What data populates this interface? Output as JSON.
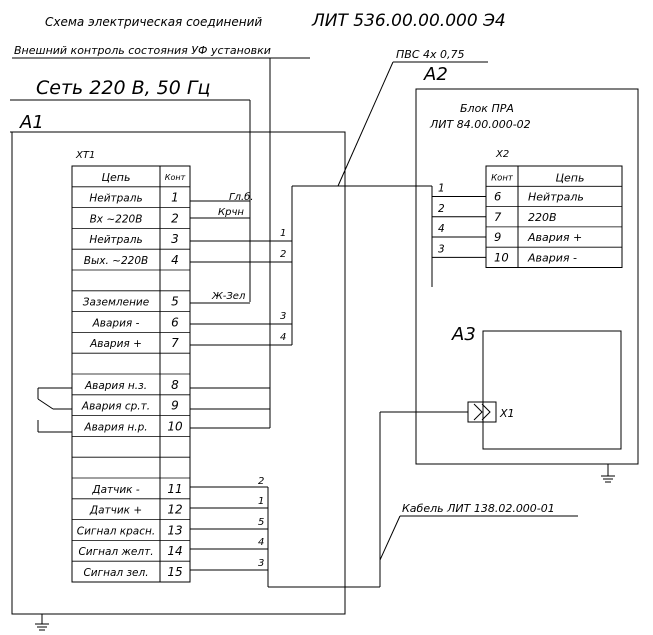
{
  "header": {
    "title": "Схема электрическая соединений",
    "doc_code": "ЛИТ 536.00.00.000 Э4"
  },
  "external_label": "Внешний контроль состояния УФ установки",
  "power_label": "Сеть 220 В, 50 Гц",
  "a1": {
    "label": "А1"
  },
  "xt1": {
    "name": "XT1",
    "header": {
      "circuit": "Цепь",
      "contact": "Конт"
    },
    "rows": [
      {
        "circuit": "Нейтраль",
        "contact": "1"
      },
      {
        "circuit": "Вх ~220В",
        "contact": "2"
      },
      {
        "circuit": "Нейтраль",
        "contact": "3"
      },
      {
        "circuit": "Вых. ~220В",
        "contact": "4"
      },
      {
        "circuit": "",
        "contact": ""
      },
      {
        "circuit": "Заземление",
        "contact": "5"
      },
      {
        "circuit": "Авария -",
        "contact": "6"
      },
      {
        "circuit": "Авария +",
        "contact": "7"
      },
      {
        "circuit": "",
        "contact": ""
      },
      {
        "circuit": "Авария н.з.",
        "contact": "8"
      },
      {
        "circuit": "Авария ср.т.",
        "contact": "9"
      },
      {
        "circuit": "Авария н.р.",
        "contact": "10"
      },
      {
        "circuit": "",
        "contact": ""
      },
      {
        "circuit": "",
        "contact": ""
      },
      {
        "circuit": "Датчик -",
        "contact": "11"
      },
      {
        "circuit": "Датчик +",
        "contact": "12"
      },
      {
        "circuit": "Сигнал красн.",
        "contact": "13"
      },
      {
        "circuit": "Сигнал желт.",
        "contact": "14"
      },
      {
        "circuit": "Сигнал зел.",
        "contact": "15"
      }
    ]
  },
  "wire_labels": {
    "blue": "Гл.б.",
    "brown": "Крчн",
    "green_yellow": "Ж-Зел",
    "pvs1": "1",
    "pvs2": "2",
    "pvs3": "3",
    "pvs4": "4",
    "cab_a": "2",
    "cab_b": "1",
    "cab_c": "5",
    "cab_d": "4",
    "cab_e": "3"
  },
  "pvs_label": "ПВС 4х 0,75",
  "cable_label": "Кабель ЛИТ 138.02.000-01",
  "a2": {
    "label": "А2",
    "block_title": "Блок ПРА",
    "block_code": "ЛИТ 84.00.000-02"
  },
  "x2": {
    "name": "X2",
    "header": {
      "contact": "Конт",
      "circuit": "Цепь"
    },
    "rows": [
      {
        "contact": "6",
        "circuit": "Нейтраль",
        "wire": "1"
      },
      {
        "contact": "7",
        "circuit": "220В",
        "wire": "2"
      },
      {
        "contact": "9",
        "circuit": "Авария +",
        "wire": "4"
      },
      {
        "contact": "10",
        "circuit": "Авария -",
        "wire": "3"
      }
    ]
  },
  "a3": {
    "label": "А3"
  },
  "x1": {
    "label": "X1"
  }
}
